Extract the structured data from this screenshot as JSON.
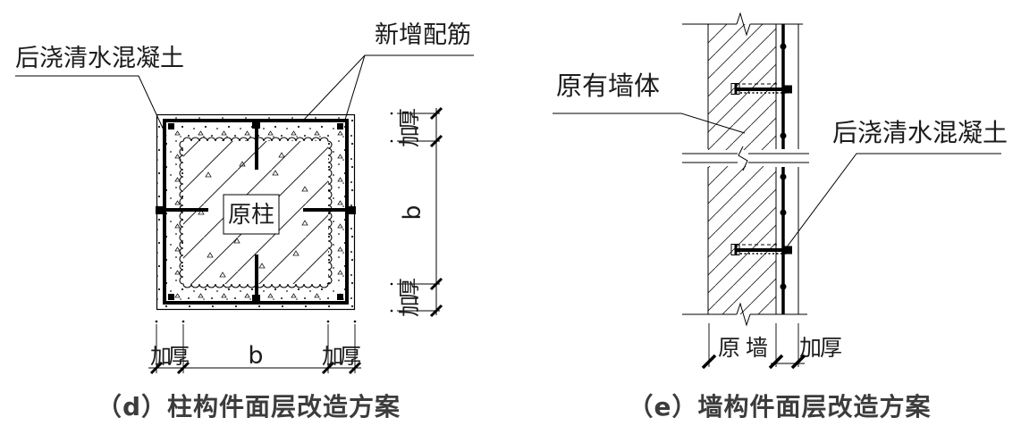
{
  "page": {
    "background": "#ffffff",
    "ink": "#1c1c1c"
  },
  "column_diagram": {
    "caption": "（d）柱构件面层改造方案",
    "labels": {
      "post_cast_concrete": "后浇清水混凝土",
      "added_rebar": "新增配筋",
      "original_column": "原柱"
    },
    "dims": {
      "bottom": [
        "加厚",
        "b",
        "加厚"
      ],
      "right": [
        "加厚",
        "b",
        "加厚"
      ]
    }
  },
  "wall_diagram": {
    "caption": "（e）墙构件面层改造方案",
    "labels": {
      "original_wall": "原有墙体",
      "post_cast_concrete": "后浇清水混凝土"
    },
    "dims": {
      "bottom": [
        "原墙",
        "加厚"
      ]
    }
  }
}
